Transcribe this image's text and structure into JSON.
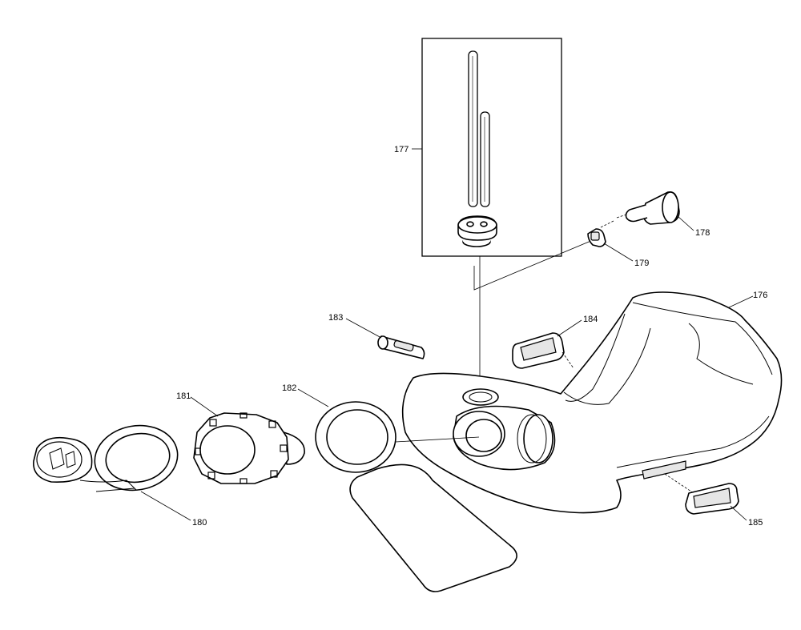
{
  "parts": [
    {
      "id": "p176",
      "number": "176"
    },
    {
      "id": "p177",
      "number": "177"
    },
    {
      "id": "p178",
      "number": "178"
    },
    {
      "id": "p179",
      "number": "179"
    },
    {
      "id": "p180",
      "number": "180"
    },
    {
      "id": "p181",
      "number": "181"
    },
    {
      "id": "p182",
      "number": "182"
    },
    {
      "id": "p183",
      "number": "183"
    },
    {
      "id": "p184",
      "number": "184"
    },
    {
      "id": "p185",
      "number": "185"
    }
  ]
}
